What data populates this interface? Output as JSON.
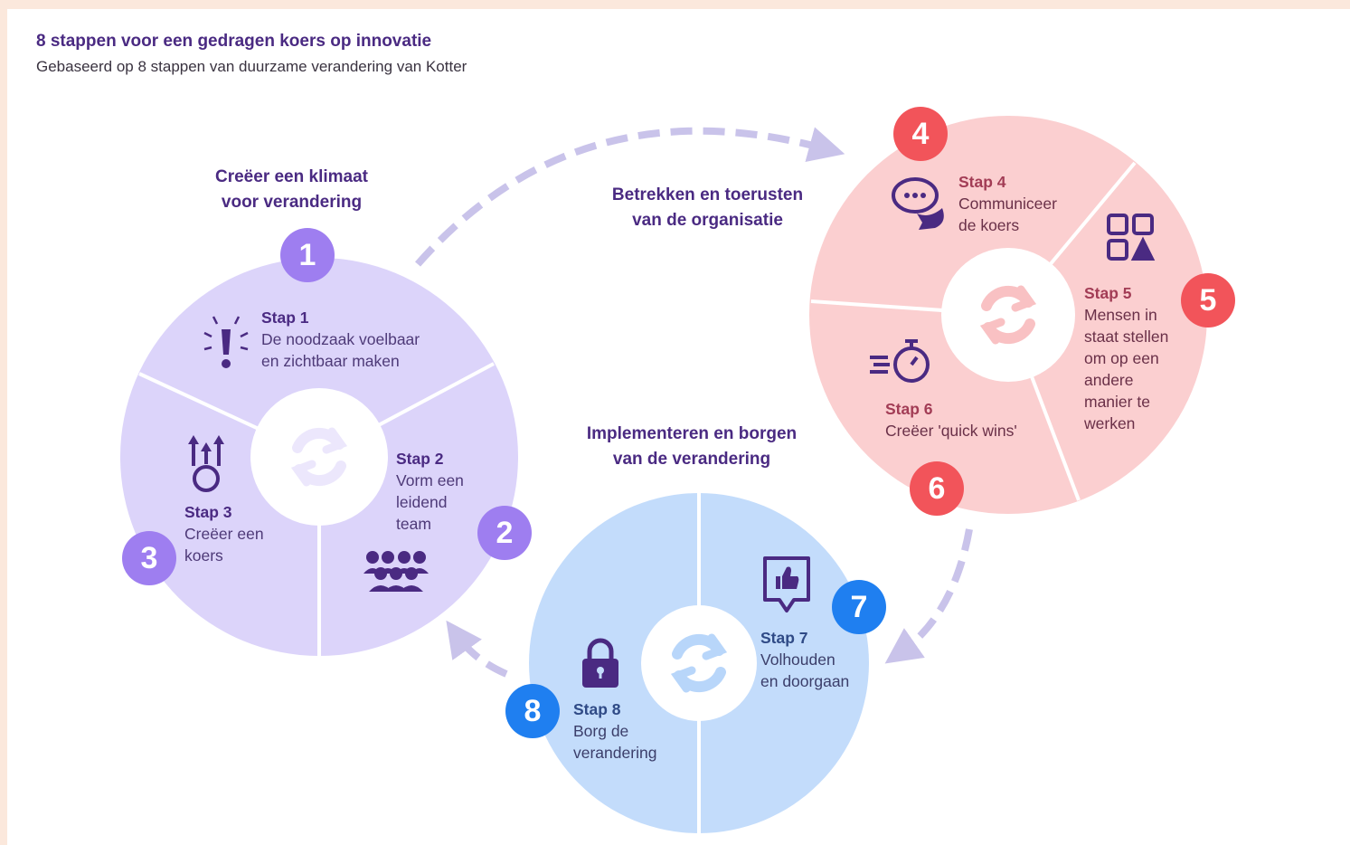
{
  "header": {
    "title": "8 stappen voor een gedragen koers op innovatie",
    "subtitle": "Gebaseerd op 8 stappen van duurzame verandering van Kotter"
  },
  "phases": [
    {
      "line1": "Creëer een klimaat",
      "line2": "voor verandering"
    },
    {
      "line1": "Betrekken en toerusten",
      "line2": "van de organisatie"
    },
    {
      "line1": "Implementeren en borgen",
      "line2": "van de verandering"
    }
  ],
  "steps": [
    {
      "number": "1",
      "title": "Stap 1",
      "lines": [
        "De noodzaak voelbaar",
        "en zichtbaar maken"
      ],
      "icon": "exclamation-icon"
    },
    {
      "number": "2",
      "title": "Stap 2",
      "lines": [
        "Vorm een",
        "leidend",
        "team"
      ],
      "icon": "team-icon"
    },
    {
      "number": "3",
      "title": "Stap 3",
      "lines": [
        "Creëer een",
        "koers"
      ],
      "icon": "direction-arrows-icon"
    },
    {
      "number": "4",
      "title": "Stap 4",
      "lines": [
        "Communiceer",
        "de koers"
      ],
      "icon": "chat-bubbles-icon"
    },
    {
      "number": "5",
      "title": "Stap 5",
      "lines": [
        "Mensen in",
        "staat stellen",
        "om op een",
        "andere",
        "manier te",
        "werken"
      ],
      "icon": "shapes-icon"
    },
    {
      "number": "6",
      "title": "Stap 6",
      "lines": [
        "Creëer 'quick wins'"
      ],
      "icon": "stopwatch-icon"
    },
    {
      "number": "7",
      "title": "Stap 7",
      "lines": [
        "Volhouden",
        "en doorgaan"
      ],
      "icon": "thumbs-up-icon"
    },
    {
      "number": "8",
      "title": "Stap 8",
      "lines": [
        "Borg de",
        "verandering"
      ],
      "icon": "lock-icon"
    }
  ],
  "colors": {
    "purple_light": "#dcd4fa",
    "purple_badge": "#9e7ef0",
    "purple_text": "#4a2a82",
    "red_light": "#fbcfd0",
    "red_badge": "#f2545a",
    "blue_light": "#c3dcfb",
    "blue_badge": "#1f7ff0",
    "arrow": "#c9c3ea"
  }
}
